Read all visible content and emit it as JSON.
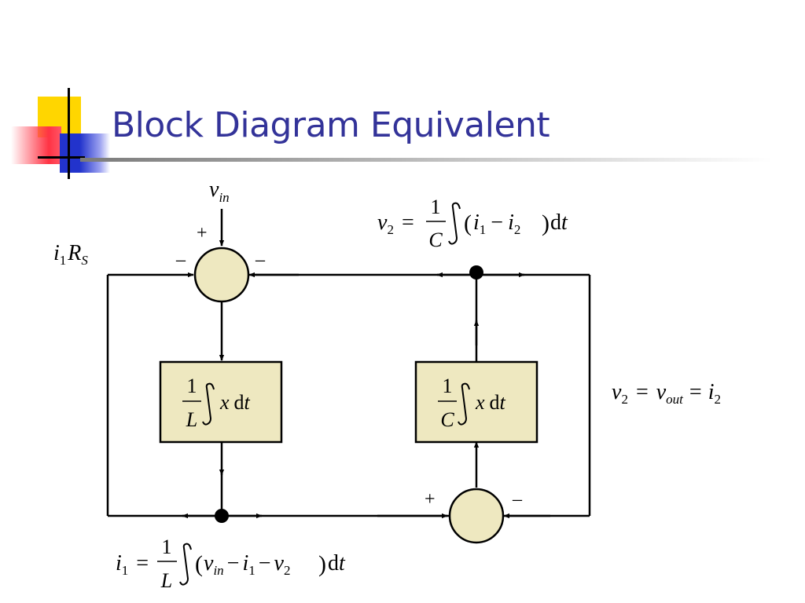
{
  "slide": {
    "title": "Block Diagram Equivalent"
  },
  "diagram": {
    "input": {
      "var": "v",
      "sub": "in"
    },
    "feedback_left": {
      "i": "i",
      "i_sub": "1",
      "R": "R",
      "R_sub": "S"
    },
    "sum1_signs": {
      "top": "+",
      "left": "–",
      "right": "–"
    },
    "sum2_signs": {
      "left": "+",
      "right": "–"
    },
    "block_L": {
      "num": "1",
      "den": "L",
      "body": "x",
      "d": "d",
      "t": "t"
    },
    "block_C": {
      "num": "1",
      "den": "C",
      "body": "x",
      "d": "d",
      "t": "t"
    },
    "eq_v2": {
      "lhs": "v",
      "lhs_sub": "2",
      "eq": "=",
      "num": "1",
      "den": "C",
      "i": "i",
      "s1": "1",
      "minus": "−",
      "s2": "2",
      "d": "d",
      "t": "t"
    },
    "eq_out": {
      "v": "v",
      "v_sub": "2",
      "eq": "=",
      "vout": "v",
      "vout_sub": "out",
      "eq2": "=",
      "i": "i",
      "i_sub": "2"
    },
    "eq_i1": {
      "lhs": "i",
      "lhs_sub": "1",
      "eq": "=",
      "num": "1",
      "den": "L",
      "v": "v",
      "v_sub": "in",
      "minus1": "−",
      "i": "i",
      "i_sub": "1",
      "minus2": "−",
      "v2": "v",
      "v2_sub": "2",
      "d": "d",
      "t": "t"
    }
  },
  "colors": {
    "block_fill": "#eee8c0",
    "title": "#333399"
  }
}
